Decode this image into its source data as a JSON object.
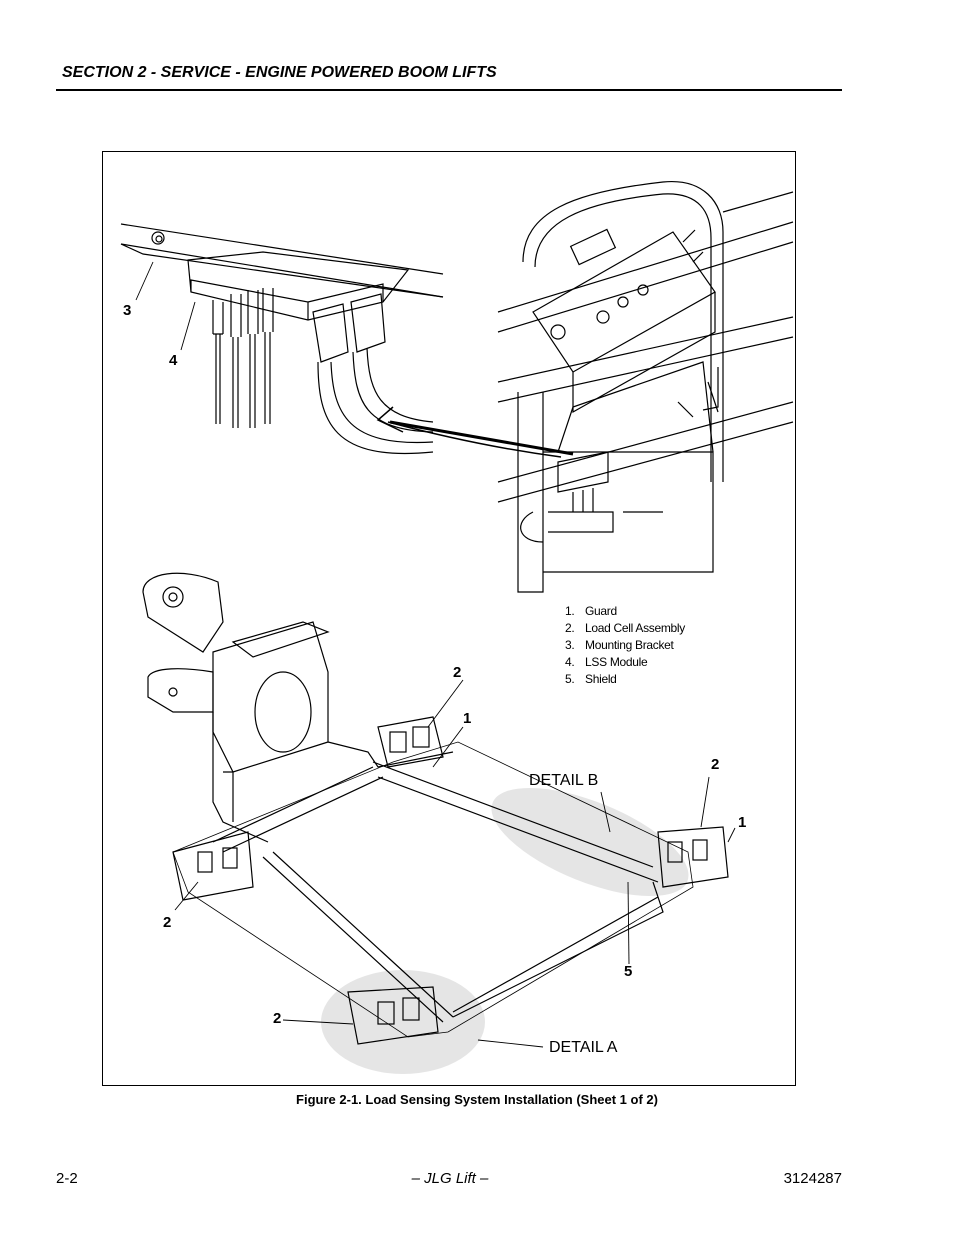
{
  "header": {
    "title": "SECTION 2 - SERVICE - ENGINE POWERED BOOM LIFTS"
  },
  "figure": {
    "callouts": {
      "c3": "3",
      "c4": "4",
      "c2a": "2",
      "c1a": "1",
      "c2b": "2",
      "c1b": "1",
      "c2c": "2",
      "c2d": "2",
      "c5": "5"
    },
    "detail_b": "DETAIL B",
    "detail_a": "DETAIL A",
    "legend": [
      {
        "num": "1.",
        "text": "Guard"
      },
      {
        "num": "2.",
        "text": "Load Cell Assembly"
      },
      {
        "num": "3.",
        "text": "Mounting Bracket"
      },
      {
        "num": "4.",
        "text": "LSS Module"
      },
      {
        "num": "5.",
        "text": "Shield"
      }
    ]
  },
  "caption": "Figure 2-1.  Load Sensing System Installation (Sheet 1 of 2)",
  "footer": {
    "page": "2-2",
    "center": "– JLG Lift –",
    "doc_number": "3124287"
  }
}
